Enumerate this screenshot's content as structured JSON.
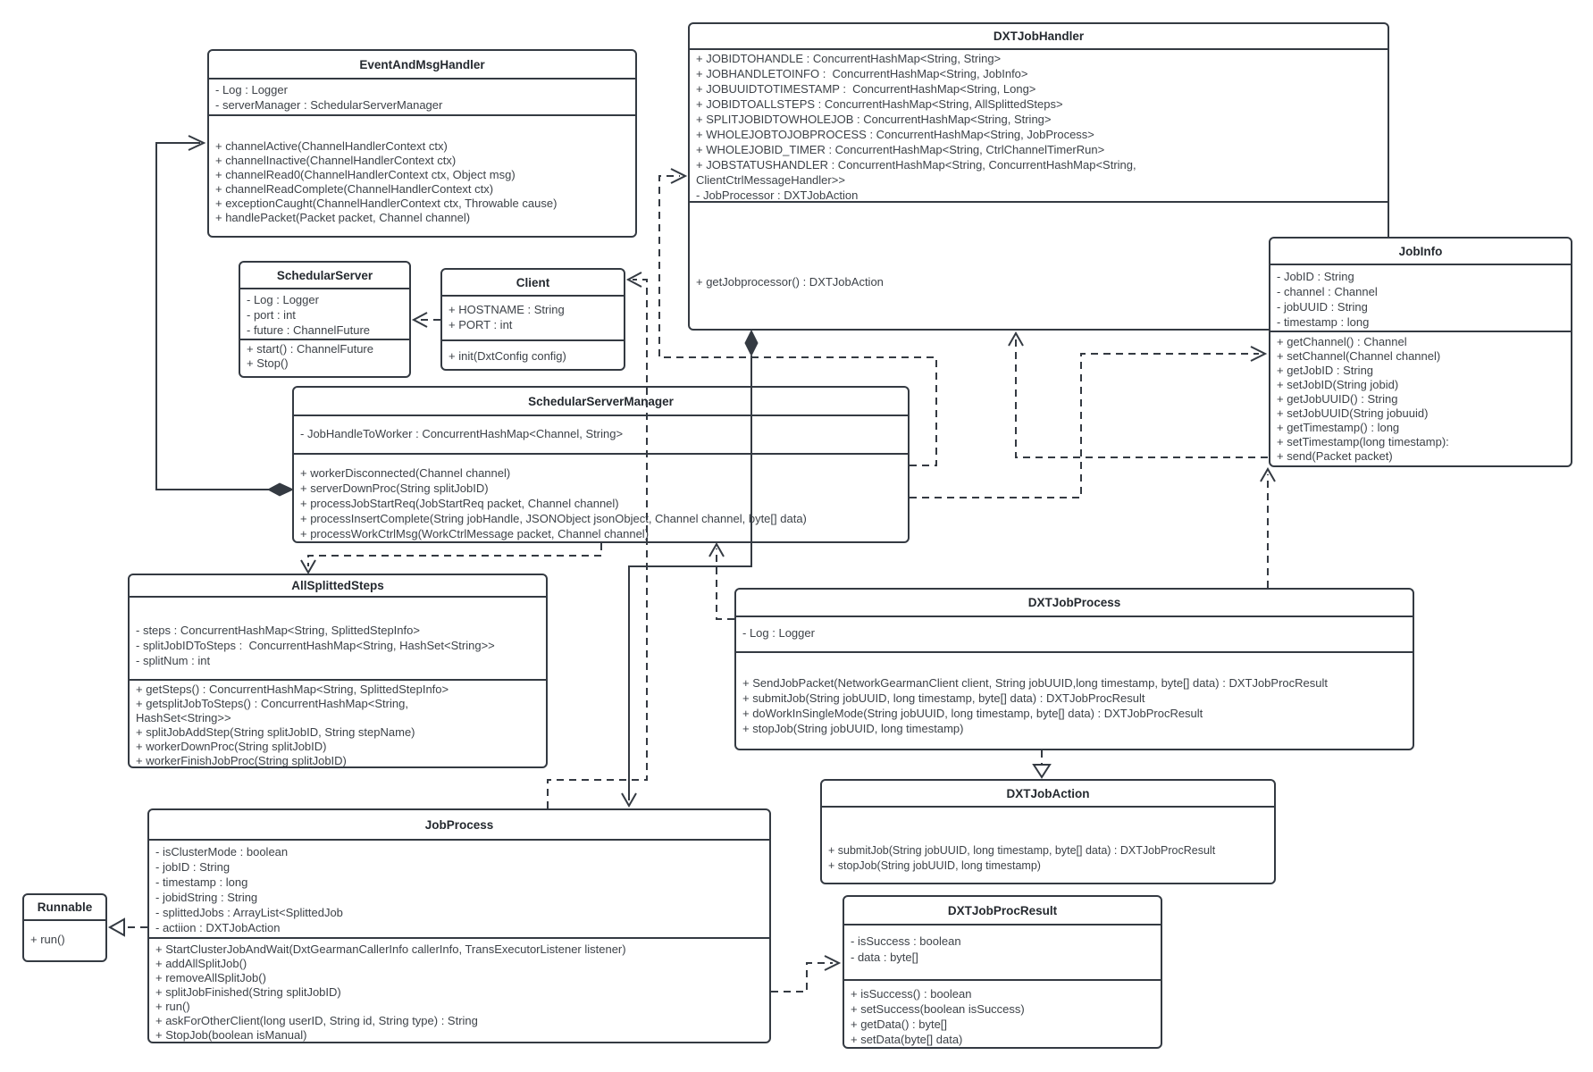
{
  "diagram": {
    "title": "DXT Job scheduling UML class diagram",
    "line_color": "#343a42",
    "background_color": "#ffffff",
    "classes": [
      {
        "name": "EventAndMsgHandler",
        "title": "EventAndMsgHandler",
        "attributes": [
          "- Log : Logger",
          "- serverManager : SchedularServerManager"
        ],
        "methods": [
          "+ channelActive(ChannelHandlerContext ctx)",
          "+ channelInactive(ChannelHandlerContext ctx)",
          "+ channelRead0(ChannelHandlerContext ctx, Object msg)",
          "+ channelReadComplete(ChannelHandlerContext ctx)",
          "+ exceptionCaught(ChannelHandlerContext ctx, Throwable cause)",
          "+ handlePacket(Packet packet, Channel channel)"
        ]
      },
      {
        "name": "DXTJobHandler",
        "title": "DXTJobHandler",
        "attributes": [
          "+ JOBIDTOHANDLE : ConcurrentHashMap<String, String>",
          "+ JOBHANDLETOINFO :  ConcurrentHashMap<String, JobInfo>",
          "+ JOBUUIDTOTIMESTAMP :  ConcurrentHashMap<String, Long>",
          "+ JOBIDTOALLSTEPS : ConcurrentHashMap<String, AllSplittedSteps>",
          "+ SPLITJOBIDTOWHOLEJOB : ConcurrentHashMap<String, String>",
          "+ WHOLEJOBTOJOBPROCESS : ConcurrentHashMap<String, JobProcess>",
          "+ WHOLEJOBID_TIMER : ConcurrentHashMap<String, CtrlChannelTimerRun>",
          "+ JOBSTATUSHANDLER : ConcurrentHashMap<String, ConcurrentHashMap<String,\nClientCtrlMessageHandler>>",
          "- JobProcessor : DXTJobAction"
        ],
        "methods": [
          "+ getJobprocessor() : DXTJobAction"
        ]
      },
      {
        "name": "JobInfo",
        "title": "JobInfo",
        "attributes": [
          "- JobID : String",
          "- channel : Channel",
          "- jobUUID : String",
          "- timestamp : long"
        ],
        "methods": [
          "+ getChannel() : Channel",
          "+ setChannel(Channel channel)",
          "+ getJobID : String",
          "+ setJobID(String jobid)",
          "+ getJobUUID() : String",
          "+ setJobUUID(String jobuuid)",
          "+ getTimestamp() : long",
          "+ setTimestamp(long timestamp):",
          "+ send(Packet packet)"
        ]
      },
      {
        "name": "SchedularServer",
        "title": "SchedularServer",
        "attributes": [
          "- Log : Logger",
          "- port : int",
          "- future : ChannelFuture"
        ],
        "methods": [
          "+ start() : ChannelFuture",
          "+ Stop()"
        ]
      },
      {
        "name": "Client",
        "title": "Client",
        "attributes": [
          "+ HOSTNAME : String",
          "+ PORT : int"
        ],
        "methods": [
          "+ init(DxtConfig config)"
        ]
      },
      {
        "name": "SchedularServerManager",
        "title": "SchedularServerManager",
        "attributes": [
          "- JobHandleToWorker : ConcurrentHashMap<Channel, String>"
        ],
        "methods": [
          "+ workerDisconnected(Channel channel)",
          "+ serverDownProc(String splitJobID)",
          "+ processJobStartReq(JobStartReq packet, Channel channel)",
          "+ processInsertComplete(String jobHandle, JSONObject jsonObject, Channel channel, byte[] data)",
          "+ processWorkCtrlMsg(WorkCtrlMessage packet, Channel channel)"
        ]
      },
      {
        "name": "AllSplittedSteps",
        "title": "AllSplittedSteps",
        "attributes": [
          "- steps : ConcurrentHashMap<String, SplittedStepInfo>",
          "- splitJobIDToSteps :  ConcurrentHashMap<String, HashSet<String>>",
          "- splitNum : int"
        ],
        "methods": [
          "+ getSteps() : ConcurrentHashMap<String, SplittedStepInfo>",
          "+ getsplitJobToSteps() : ConcurrentHashMap<String,\nHashSet<String>>",
          "+ splitJobAddStep(String splitJobID, String stepName)",
          "+ workerDownProc(String splitJobID)",
          "+ workerFinishJobProc(String splitJobID)"
        ]
      },
      {
        "name": "DXTJobProcess",
        "title": "DXTJobProcess",
        "attributes": [
          "- Log : Logger"
        ],
        "methods": [
          "+ SendJobPacket(NetworkGearmanClient client, String jobUUID,long timestamp, byte[] data) : DXTJobProcResult",
          "+ submitJob(String jobUUID, long timestamp, byte[] data) : DXTJobProcResult",
          "+ doWorkInSingleMode(String jobUUID, long timestamp, byte[] data) : DXTJobProcResult",
          "+ stopJob(String jobUUID, long timestamp)"
        ]
      },
      {
        "name": "DXTJobAction",
        "title": "DXTJobAction",
        "attributes": [],
        "methods": [
          "+ submitJob(String jobUUID, long timestamp, byte[] data) : DXTJobProcResult",
          "+ stopJob(String jobUUID, long timestamp)"
        ]
      },
      {
        "name": "JobProcess",
        "title": "JobProcess",
        "attributes": [
          "- isClusterMode : boolean",
          "- jobID : String",
          "- timestamp : long",
          "- jobidString : String",
          "- splittedJobs : ArrayList<SplittedJob",
          "- actiion : DXTJobAction"
        ],
        "methods": [
          "+ StartClusterJobAndWait(DxtGearmanCallerInfo callerInfo, TransExecutorListener listener)",
          "+ addAllSplitJob()",
          "+ removeAllSplitJob()",
          "+ splitJobFinished(String splitJobID)",
          "+ run()",
          "+ askForOtherClient(long userID, String id, String type) : String",
          "+ StopJob(boolean isManual)"
        ]
      },
      {
        "name": "DXTJobProcResult",
        "title": "DXTJobProcResult",
        "attributes": [
          "- isSuccess : boolean",
          "- data : byte[]"
        ],
        "methods": [
          "+ isSuccess() : boolean",
          "+ setSuccess(boolean isSuccess)",
          "+ getData() : byte[]",
          "+ setData(byte[] data)"
        ]
      },
      {
        "name": "Runnable",
        "title": "Runnable",
        "attributes": [],
        "methods": [
          "+ run()"
        ]
      }
    ],
    "relationships": [
      {
        "from": "SchedularServerManager",
        "to": "EventAndMsgHandler",
        "type": "composition (filled diamond at source, open arrow at target)",
        "line": "solid"
      },
      {
        "from": "Client",
        "to": "SchedularServer",
        "type": "dependency",
        "line": "dashed"
      },
      {
        "from": "JobProcess",
        "to": "Client",
        "type": "dependency",
        "line": "dashed"
      },
      {
        "from": "SchedularServerManager",
        "to": "DXTJobHandler",
        "type": "dependency",
        "line": "dashed"
      },
      {
        "from": "SchedularServerManager",
        "to": "JobInfo",
        "type": "dependency",
        "line": "dashed"
      },
      {
        "from": "SchedularServerManager",
        "to": "AllSplittedSteps",
        "type": "dependency",
        "line": "dashed"
      },
      {
        "from": "DXTJobProcess",
        "to": "SchedularServerManager",
        "type": "dependency",
        "line": "dashed"
      },
      {
        "from": "DXTJobHandler",
        "to": "JobProcess",
        "type": "composition (filled diamond at source, open arrow at target)",
        "line": "solid"
      },
      {
        "from": "DXTJobProcess",
        "to": "JobInfo",
        "type": "dependency",
        "line": "dashed"
      },
      {
        "from": "DXTJobProcess",
        "to": "DXTJobHandler",
        "type": "dependency",
        "line": "dashed"
      },
      {
        "from": "DXTJobProcess",
        "to": "DXTJobAction",
        "type": "realization (hollow triangle)",
        "line": "dashed"
      },
      {
        "from": "JobProcess",
        "to": "Runnable",
        "type": "realization (hollow triangle)",
        "line": "dashed"
      },
      {
        "from": "JobProcess",
        "to": "DXTJobProcResult",
        "type": "dependency",
        "line": "dashed"
      }
    ]
  }
}
